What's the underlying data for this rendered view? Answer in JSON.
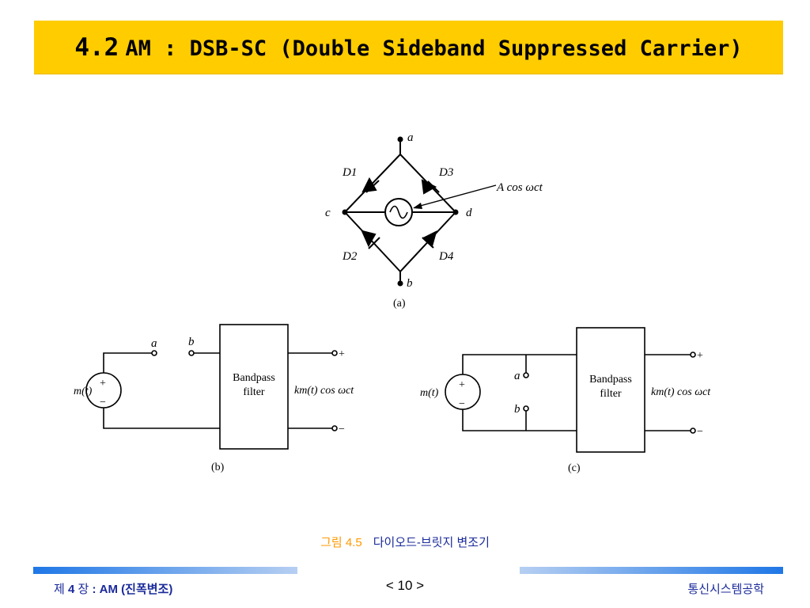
{
  "title": {
    "number": "4.2",
    "text": "AM : DSB-SC (Double Sideband Suppressed Carrier)"
  },
  "diagram": {
    "bridge": {
      "nodes": {
        "a": "a",
        "b": "b",
        "c": "c",
        "d": "d"
      },
      "diodes": [
        "D1",
        "D2",
        "D3",
        "D4"
      ],
      "carrier_label": "A cos ωct",
      "sublabel": "(a)"
    },
    "circuit_b": {
      "source": "m(t)",
      "plus": "+",
      "minus": "−",
      "terminals": [
        "a",
        "b"
      ],
      "filter_line1": "Bandpass",
      "filter_line2": "filter",
      "output": "km(t) cos ωct",
      "out_plus": "+",
      "out_minus": "−",
      "sublabel": "(b)"
    },
    "circuit_c": {
      "source": "m(t)",
      "plus": "+",
      "minus": "−",
      "terminals": [
        "a",
        "b"
      ],
      "filter_line1": "Bandpass",
      "filter_line2": "filter",
      "output": "km(t) cos ωct",
      "out_plus": "+",
      "out_minus": "−",
      "sublabel": "(c)"
    }
  },
  "caption": {
    "label": "그림 4.5",
    "text": "다이오드-브릿지 변조기"
  },
  "footer": {
    "chapter_prefix": "제",
    "chapter_num": "4",
    "chapter_word": "장",
    "sep": ":",
    "chapter_name": "AM",
    "chapter_sub": "(진폭변조)",
    "page": "< 10 >",
    "course": "통신시스템공학"
  },
  "colors": {
    "title_bg": "#ffcc00",
    "caption_label": "#ff9900",
    "footer_text": "#1a2a9a",
    "footer_bar": "#1f77e6"
  }
}
